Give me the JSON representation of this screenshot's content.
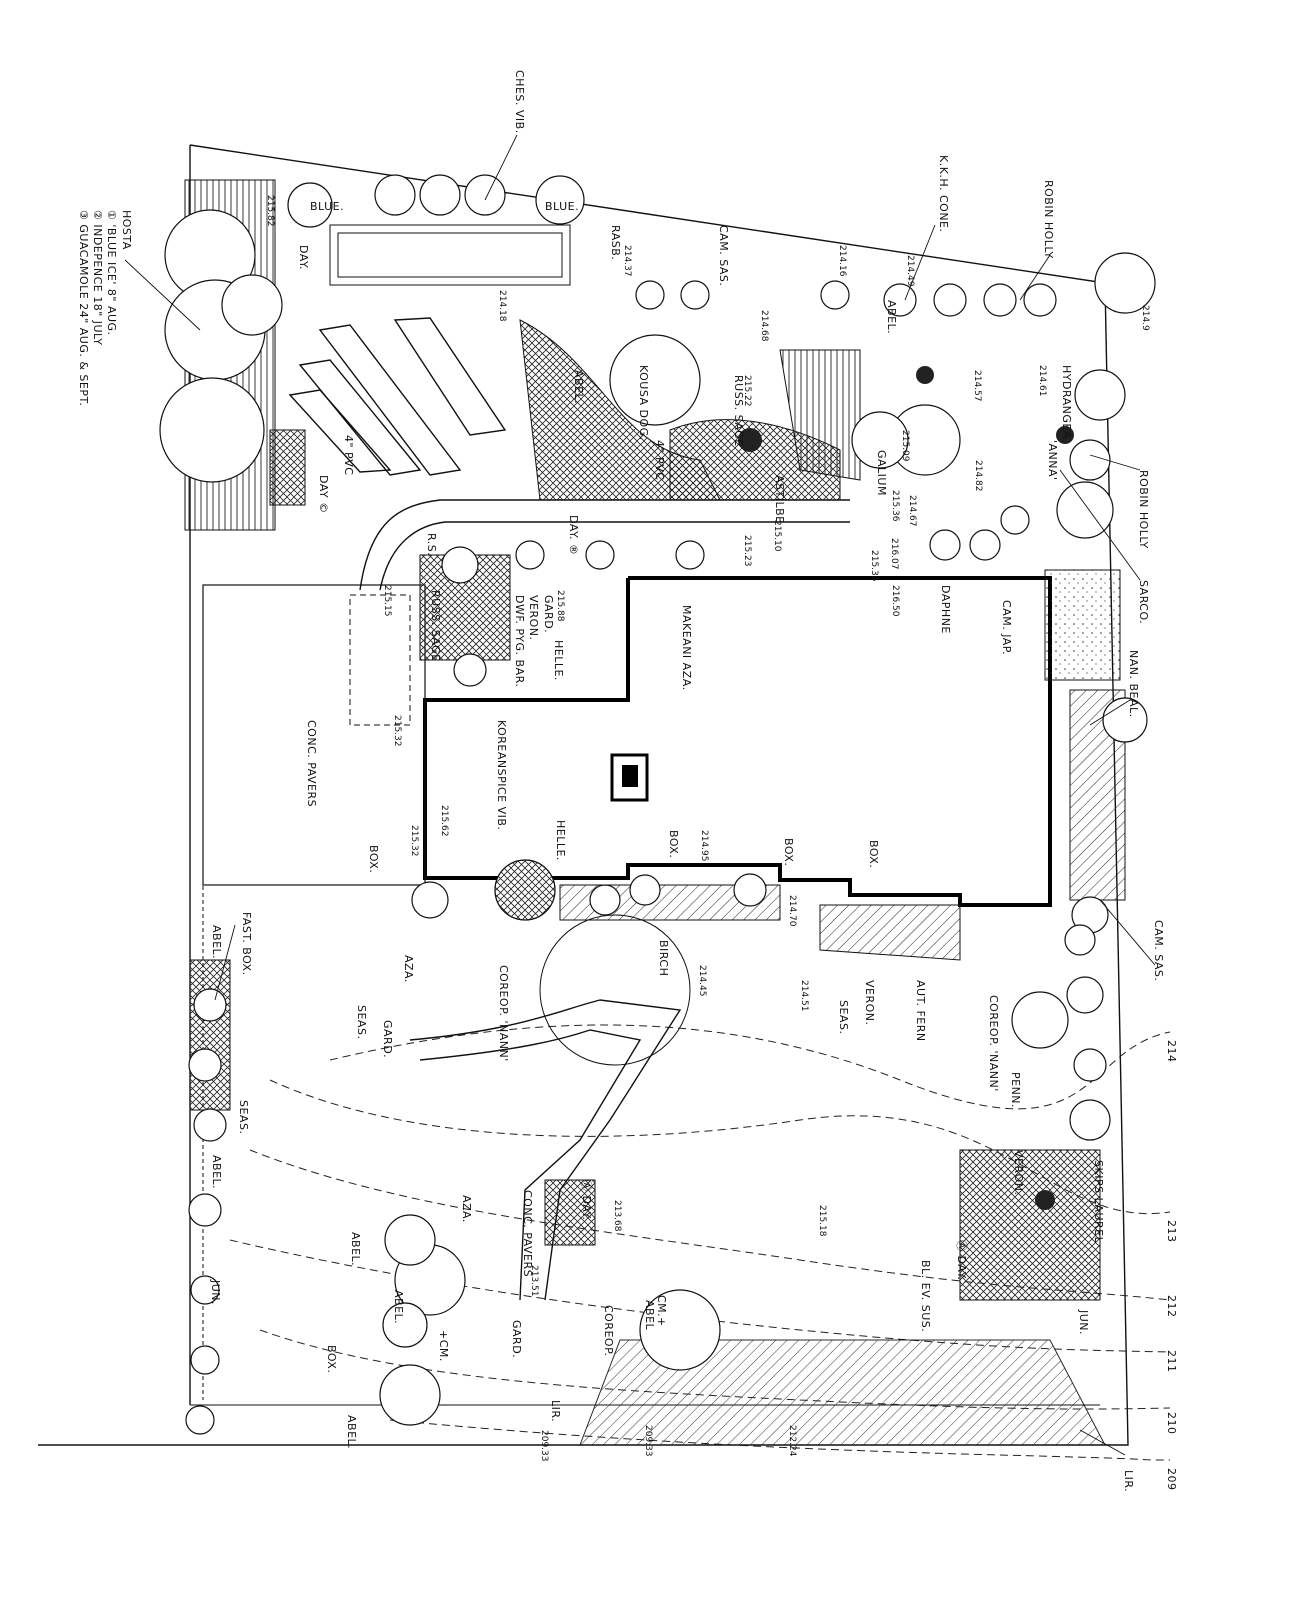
{
  "labels": {
    "ches_vib": "CHES. VIB.",
    "blue_1": "BLUE.",
    "blue_2": "BLUE.",
    "rasb": "RASB.",
    "cam_sas_top": "CAM. SAS.",
    "kkh_cone": "K.K.H. CONE.",
    "robin_holly_top": "ROBIN HOLLY",
    "robin_holly_right": "ROBIN HOLLY",
    "hosta": "HOSTA",
    "hosta_1": "① 'BLUE ICE' 8\"  AUG.",
    "hosta_2": "② INDEPENCE 18\"  JULY",
    "hosta_3": "③ GUACAMOLE 24\"  AUG. & SEPT.",
    "day_top": "DAY.",
    "day_c": "DAY ©",
    "day_b": "DAY. ®",
    "pvc_4": "4\" PVC",
    "pvc_4b": "4\" PVC",
    "abel_top": "ABEL.",
    "abel_mid": "ABEL.",
    "kousa_dog": "KOUSA DOG.",
    "russ_sage_top": "RUSS. SAGE",
    "russ_sage_left": "RUSS. SAGE",
    "hydrangea": "HYDRANGEA",
    "anna": "'ANNA'",
    "galium": "GALIUM",
    "astilbe": "ASTILBE",
    "rs": "R.S.",
    "gard_top": "GARD.",
    "veron_top": "VERON.",
    "dwf_pyg_bar": "DWF. PYG. BAR.",
    "helle_top": "HELLE.",
    "makeani_aza": "MAKEANI AZA.",
    "daphne": "DAPHNE",
    "cam_jap": "CAM. JAP.",
    "sarco": "SARCO.",
    "nan_beal": "NAN. BEAL.",
    "koreanspice_vib": "KOREANSPICE VIB.",
    "conc_pavers_top": "CONC. PAVERS",
    "helle_mid": "HELLE.",
    "box_left": "BOX.",
    "box_mid": "BOX.",
    "box_right": "BOX.",
    "box_far": "BOX.",
    "cam_sas_right": "CAM. SAS.",
    "fast_box": "FAST. BOX.",
    "abel_left1": "ABEL.",
    "abel_left2": "ABEL.",
    "abel_left3": "ABEL.",
    "aza_left": "AZA.",
    "gard_left": "GARD.",
    "seas_left": "SEAS.",
    "seas_mid": "SEAS.",
    "seas_far": "SEAS.",
    "coreop_nann": "COREOP. 'NANN'",
    "coreop_nann_right": "COREOP. 'NANN'",
    "birch": "BIRCH",
    "veron_mid": "VERON.",
    "veron_right": "VERON.",
    "aut_fern": "AUT. FERN",
    "penn": "PENN.",
    "skips_laurel": "SKIPS LAUREL",
    "day_a1": "Ⓐ DAY.",
    "day_a2": "Ⓐ DAY.",
    "bl_ev_sus": "BL. EV. SUS.",
    "jun_right": "JUN.",
    "jun_left": "JUN.",
    "conc_pavers_mid": "CONC. PAVERS",
    "aza_mid": "AZA.",
    "cm_a": "CM.+",
    "abel_b": "ABEL",
    "abel_c": "ABEL.",
    "cm_b": "+CM.",
    "coreop": "COREOP.",
    "gard_b": "GARD.",
    "box_bottom": "BOX.",
    "abel_bottom": "ABEL.",
    "lir_bottom": "LIR.",
    "lir_right": "LIR."
  },
  "elevations": {
    "e1": "215.82",
    "e2": "214.37",
    "e3": "214.16",
    "e4": "214.49",
    "e5": "214.9",
    "e6": "214.82",
    "e7": "214.18",
    "e8": "214.68",
    "e9": "215.22",
    "e10": "214.61",
    "e11": "214.57",
    "e12": "215.09",
    "e13": "214.67",
    "e14": "215.10",
    "e15": "215.36",
    "e16": "215.23",
    "e17": "216.07",
    "e18": "215.35",
    "e19": "216.50",
    "e20": "215.88",
    "e21": "215.15",
    "e22": "215.32",
    "e23": "215.62",
    "e24": "215.32",
    "e25": "214.95",
    "e26": "214.45",
    "e27": "214.51",
    "e28": "213.68",
    "e29": "213.51",
    "e30": "209.33",
    "e31": "209.33",
    "e32": "212.24",
    "e33": "214.70",
    "e34": "215.18"
  },
  "contours": [
    "214",
    "213",
    "212",
    "211",
    "210",
    "209"
  ]
}
